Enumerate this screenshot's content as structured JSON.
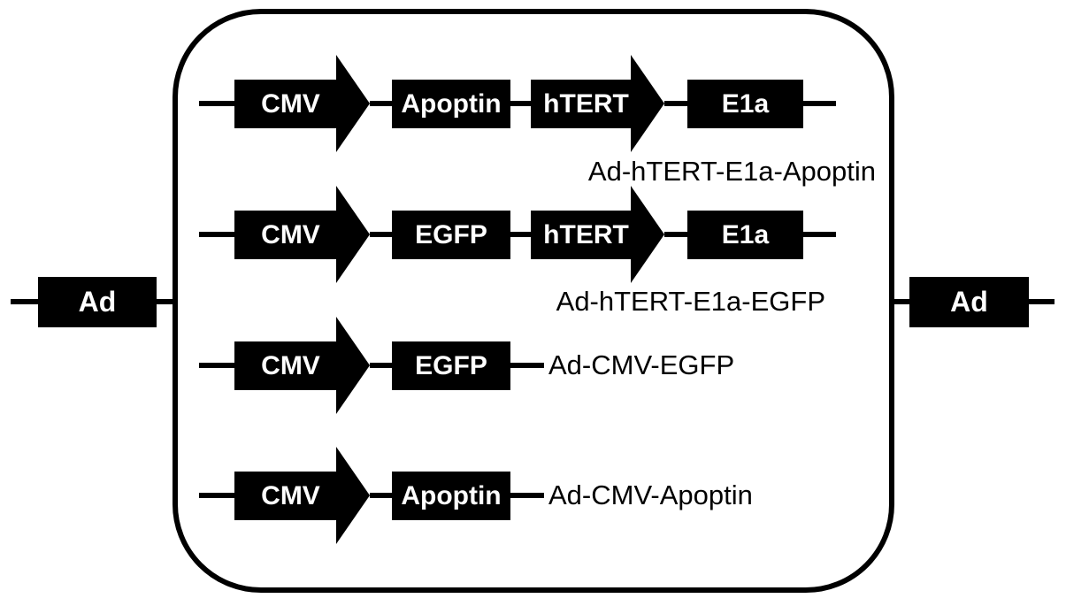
{
  "figure": {
    "type": "adenoviral-vector-construct-diagram",
    "colors": {
      "background": "#ffffff",
      "shape": "#000000",
      "text_on_shape": "#ffffff",
      "label_text": "#000000"
    },
    "terminals": {
      "left": "Ad",
      "right": "Ad"
    },
    "constructs": [
      {
        "name": "Ad-hTERT-E1a-Apoptin",
        "name_position": "below-right",
        "elements": [
          {
            "type": "promoter-arrow",
            "label": "CMV"
          },
          {
            "type": "gene-box",
            "label": "Apoptin"
          },
          {
            "type": "promoter-arrow",
            "label": "hTERT"
          },
          {
            "type": "gene-box",
            "label": "E1a"
          }
        ]
      },
      {
        "name": "Ad-hTERT-E1a-EGFP",
        "name_position": "below-right",
        "elements": [
          {
            "type": "promoter-arrow",
            "label": "CMV"
          },
          {
            "type": "gene-box",
            "label": "EGFP"
          },
          {
            "type": "promoter-arrow",
            "label": "hTERT"
          },
          {
            "type": "gene-box",
            "label": "E1a"
          }
        ]
      },
      {
        "name": "Ad-CMV-EGFP",
        "name_position": "inline-right",
        "elements": [
          {
            "type": "promoter-arrow",
            "label": "CMV"
          },
          {
            "type": "gene-box",
            "label": "EGFP"
          }
        ]
      },
      {
        "name": "Ad-CMV-Apoptin",
        "name_position": "inline-right",
        "elements": [
          {
            "type": "promoter-arrow",
            "label": "CMV"
          },
          {
            "type": "gene-box",
            "label": "Apoptin"
          }
        ]
      }
    ]
  }
}
